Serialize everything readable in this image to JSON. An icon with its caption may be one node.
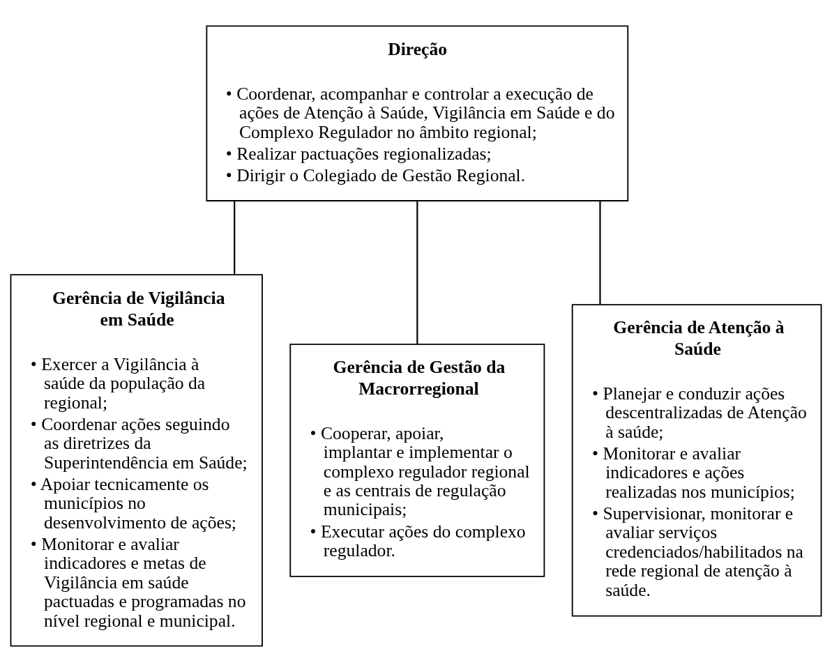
{
  "diagram": {
    "nodes": [
      {
        "text": [
          "Direção",
          "• Coordenar, acompanhar e controlar a execução de ações de Atenção à Saúde, Vigilância em Saúde e do Complexo Regulador no âmbito regional;",
          "• Realizar pactuações regionalizadas;",
          "• Dirigir o Colegiado de Gestão Regional."
        ]
      },
      {
        "text": [
          "Gerência de Vigilância em Saúde",
          "• Exercer a Vigilância à saúde da população da regional;",
          "• Coordenar ações seguindo as diretrizes da Superintendência em Saúde;",
          "• Apoiar tecnicamente os municípios no desenvolvimento de ações;",
          "• Monitorar e avaliar indicadores e metas de Vigilância em saúde pactuadas e programadas no nível regional e municipal."
        ]
      },
      {
        "text": [
          "Gerência de Gestão da Macrorregional",
          "• Cooperar, apoiar, implantar e implementar o complexo regulador regional e as centrais de regulação municipais;",
          "• Executar ações do complexo regulador."
        ]
      },
      {
        "text": [
          "Gerência de Atenção à Saúde",
          "• Planejar e conduzir ações descentralizadas de Atenção à saúde;",
          "• Monitorar e avaliar indicadores e ações realizadas nos municípios;",
          "• Supervisionar, monitorar e avaliar serviços credenciados/habilitados na rede regional de atenção à saúde."
        ]
      }
    ],
    "edges": [
      {
        "from": 0,
        "to": 1,
        "arrow": "none"
      },
      {
        "from": 0,
        "to": 2,
        "arrow": "none"
      },
      {
        "from": 0,
        "to": 3,
        "arrow": "none"
      }
    ]
  }
}
